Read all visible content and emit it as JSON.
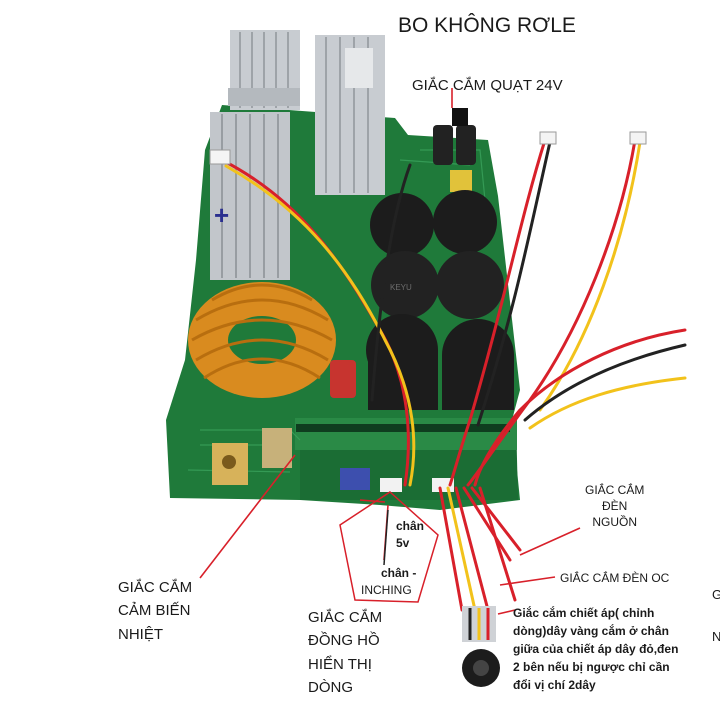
{
  "title": "BO KHÔNG RƠLE",
  "labels": {
    "fan_socket": "GIẮC CẮM QUẠT 24V",
    "power_led_socket": [
      "GIẮC CẮM",
      "ĐÈN",
      "NGUỒN"
    ],
    "oc_led_socket": "GIẮC CẮM ĐÈN OC",
    "potentiometer_note": "Giắc cắm chiết áp( chỉnh dòng)dây vàng cắm ở chân giữa của chiết áp dây đỏ,đen 2 bên nếu bị ngược chỉ cần đổi vị chí 2dây",
    "temp_sensor_socket": [
      "GIẮC CẮM",
      "CẢM BIẾN",
      "NHIỆT"
    ],
    "ammeter_socket": [
      "GIẮC CẮM",
      "ĐỒNG HỒ",
      "HIỂN THỊ",
      "DÒNG"
    ],
    "pin_5v": [
      "chân",
      "5v"
    ],
    "pin_neg": "chân -",
    "inching": "INCHING",
    "edge_cut_1": "G",
    "edge_cut_2": "N"
  },
  "board_marks": {
    "plus_mark": "+",
    "cap_print": "KEYU"
  },
  "colors": {
    "board": "#1f7a3a",
    "heatsink": "#c8ccd1",
    "capacitor": "#1c1c1c",
    "copper_coil": "#d98b1f",
    "wire_red": "#d8202a",
    "wire_yellow": "#f2c21b",
    "wire_black": "#222222",
    "pointer": "#d8202a"
  }
}
